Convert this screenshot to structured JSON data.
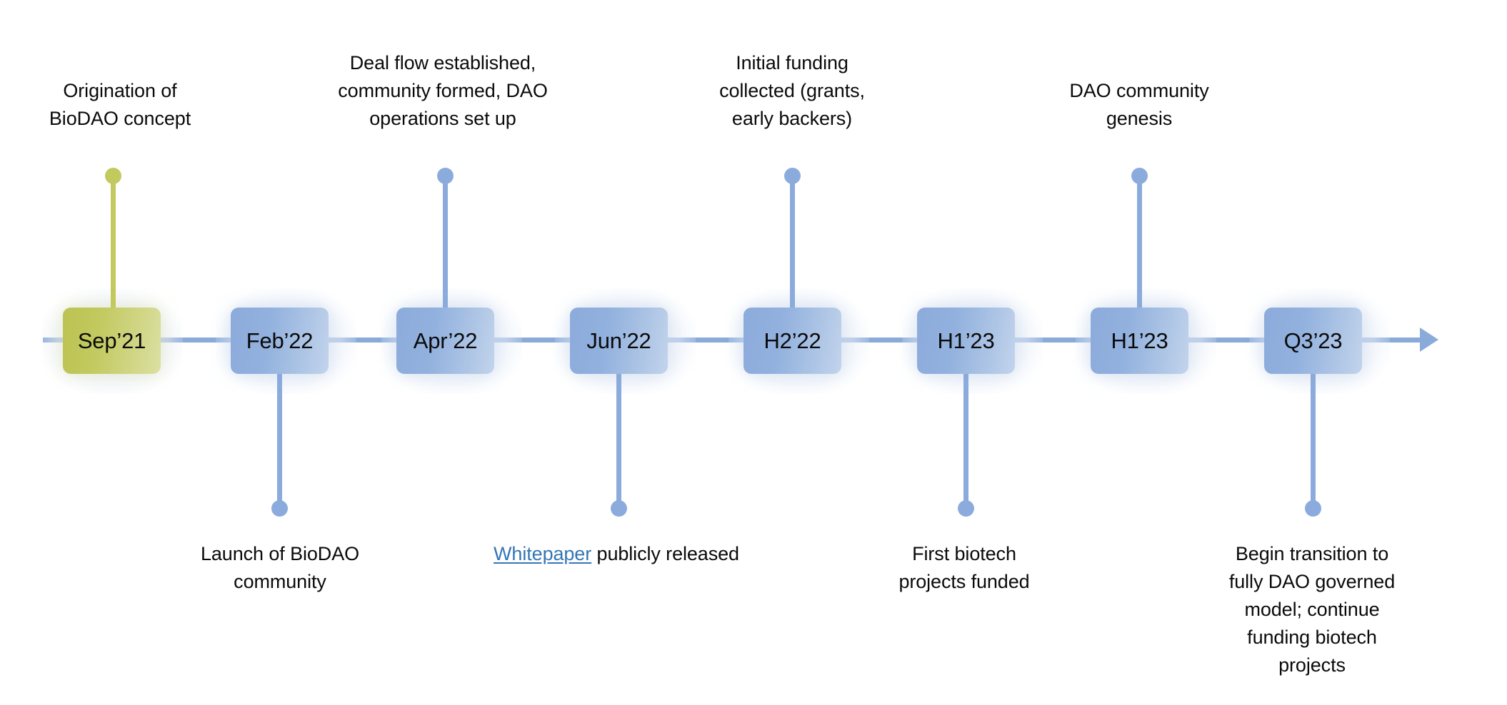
{
  "diagram": {
    "title": "BioDAO roadmap timeline",
    "type": "horizontal-milestone-timeline",
    "colors": {
      "accent_blue": "#8cabdd",
      "accent_blue_light": "#c3d4ec",
      "accent_olive": "#c2c95e",
      "accent_olive_light": "#dce0a4",
      "link_blue": "#3576b5",
      "text": "#0a0a0a",
      "background": "#ffffff"
    }
  },
  "axis": {
    "direction": "left-to-right",
    "arrow": "arrow-right"
  },
  "milestones": [
    {
      "id": "sep-21",
      "date_label": "Sep’21",
      "color": "olive",
      "side": "above",
      "description": "Origination of BioDAO concept",
      "description_lines": [
        "Origination of",
        "BioDAO concept"
      ]
    },
    {
      "id": "feb-22",
      "date_label": "Feb’22",
      "color": "blue",
      "side": "below",
      "description": "Launch of BioDAO community",
      "description_lines": [
        "Launch of BioDAO",
        "community"
      ]
    },
    {
      "id": "apr-22",
      "date_label": "Apr’22",
      "color": "blue",
      "side": "above",
      "description": "Deal flow established, community formed, DAO operations set up",
      "description_lines": [
        "Deal flow established,",
        "community formed, DAO",
        "operations set up"
      ]
    },
    {
      "id": "jun-22",
      "date_label": "Jun’22",
      "color": "blue",
      "side": "below",
      "description": "Whitepaper publicly released",
      "link_text": "Whitepaper",
      "rest_text": " publicly released"
    },
    {
      "id": "h2-22",
      "date_label": "H2’22",
      "color": "blue",
      "side": "above",
      "description": "Initial funding collected (grants, early backers)",
      "description_lines": [
        "Initial funding",
        "collected (grants,",
        "early backers)"
      ]
    },
    {
      "id": "h1-23-a",
      "date_label": "H1’23",
      "color": "blue",
      "side": "below",
      "description": "First biotech projects funded",
      "description_lines": [
        "First biotech",
        "projects funded"
      ]
    },
    {
      "id": "h1-23-b",
      "date_label": "H1’23",
      "color": "blue",
      "side": "above",
      "description": "DAO community genesis",
      "description_lines": [
        "DAO community",
        "genesis"
      ]
    },
    {
      "id": "q3-23",
      "date_label": "Q3’23",
      "color": "blue",
      "side": "below",
      "description": "Begin transition to fully DAO governed model; continue funding biotech projects",
      "description_lines": [
        "Begin transition to",
        "fully DAO governed",
        "model; continue",
        "funding biotech",
        "projects"
      ]
    }
  ]
}
